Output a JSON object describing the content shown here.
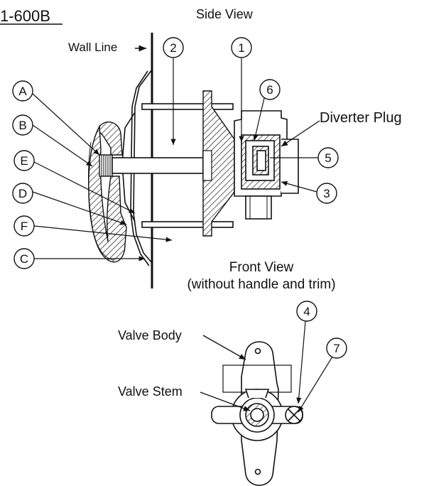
{
  "model": "1-600B",
  "side_view": {
    "title": "Side View",
    "wall_line": "Wall Line"
  },
  "front_view": {
    "title_line1": "Front View",
    "title_line2": "(without handle and trim)",
    "valve_body": "Valve Body",
    "valve_stem": "Valve Stem"
  },
  "diverter_plug": "Diverter Plug",
  "callouts": {
    "n1": "1",
    "n2": "2",
    "n3": "3",
    "n4": "4",
    "n5": "5",
    "n6": "6",
    "n7": "7",
    "A": "A",
    "B": "B",
    "C": "C",
    "D": "D",
    "E": "E",
    "F": "F"
  }
}
